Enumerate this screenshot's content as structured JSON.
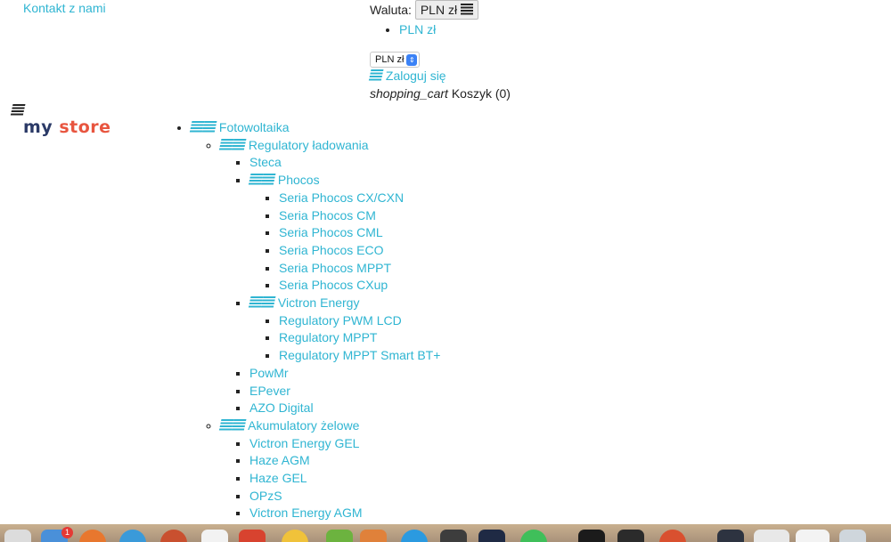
{
  "header": {
    "contact_link": "Kontakt z nami",
    "currency_label": "Waluta:",
    "currency_button": "PLN zł",
    "currency_option": "PLN zł",
    "currency_select": "PLN zł",
    "login_link": "Zaloguj się",
    "cart_icon_text": "shopping_cart",
    "cart_label": "Koszyk (0)"
  },
  "logo": {
    "part1": "my",
    "part2": "store"
  },
  "menu": {
    "top": "Fotowoltaika",
    "regulatory": {
      "label": "Regulatory ładowania",
      "steca": "Steca",
      "phocos": {
        "label": "Phocos",
        "items": [
          "Seria Phocos CX/CXN",
          "Seria Phocos CM",
          "Seria Phocos CML",
          "Seria Phocos ECO",
          "Seria Phocos MPPT",
          "Seria Phocos CXup"
        ]
      },
      "victron": {
        "label": "Victron Energy",
        "items": [
          "Regulatory PWM LCD",
          "Regulatory MPPT",
          "Regulatory MPPT Smart BT+"
        ]
      },
      "powmr": "PowMr",
      "epever": "EPever",
      "azo": "AZO Digital"
    },
    "akumulatory": {
      "label": "Akumulatory żelowe",
      "items": [
        "Victron Energy GEL",
        "Haze AGM",
        "Haze GEL",
        "OPzS",
        "Victron Energy AGM"
      ]
    }
  },
  "dock": {
    "mail_badge": "1"
  },
  "colors": {
    "link": "#2fb5d2",
    "text": "#232323"
  }
}
